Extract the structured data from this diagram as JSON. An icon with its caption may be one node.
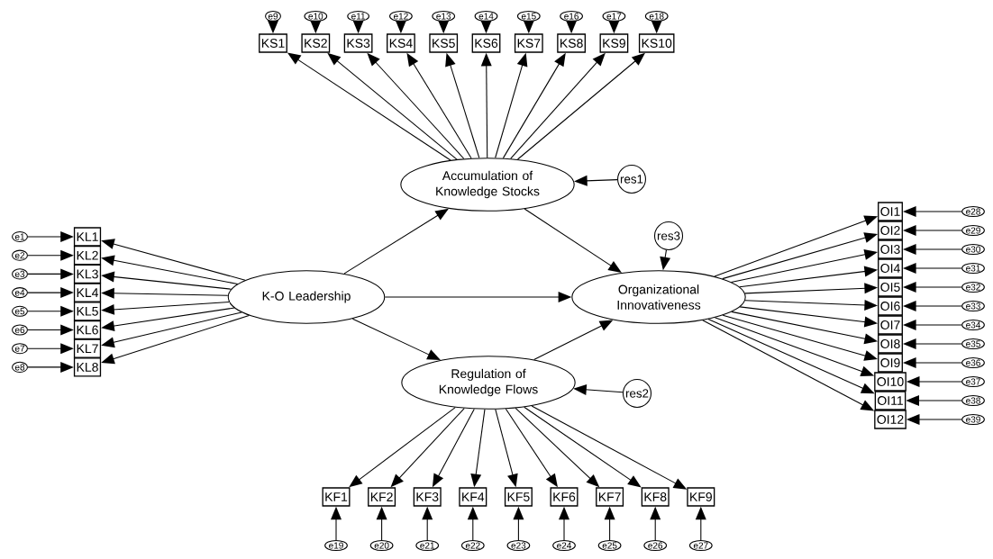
{
  "diagram": {
    "nodes": [
      {
        "text": [
          "e9"
        ]
      },
      {
        "text": [
          "e10"
        ]
      },
      {
        "text": [
          "e11"
        ]
      },
      {
        "text": [
          "e12"
        ]
      },
      {
        "text": [
          "e13"
        ]
      },
      {
        "text": [
          "e14"
        ]
      },
      {
        "text": [
          "e15"
        ]
      },
      {
        "text": [
          "e16"
        ]
      },
      {
        "text": [
          "e17"
        ]
      },
      {
        "text": [
          "e18"
        ]
      },
      {
        "text": [
          "KS1"
        ]
      },
      {
        "text": [
          "KS2"
        ]
      },
      {
        "text": [
          "KS3"
        ]
      },
      {
        "text": [
          "KS4"
        ]
      },
      {
        "text": [
          "KS5"
        ]
      },
      {
        "text": [
          "KS6"
        ]
      },
      {
        "text": [
          "KS7"
        ]
      },
      {
        "text": [
          "KS8"
        ]
      },
      {
        "text": [
          "KS9"
        ]
      },
      {
        "text": [
          "KS10"
        ]
      },
      {
        "text": [
          "Accumulation of Knowledge Stocks"
        ]
      },
      {
        "text": [
          "res1"
        ]
      },
      {
        "text": [
          "res3"
        ]
      },
      {
        "text": [
          "e1"
        ]
      },
      {
        "text": [
          "e2"
        ]
      },
      {
        "text": [
          "e3"
        ]
      },
      {
        "text": [
          "e4"
        ]
      },
      {
        "text": [
          "e5"
        ]
      },
      {
        "text": [
          "e6"
        ]
      },
      {
        "text": [
          "e7"
        ]
      },
      {
        "text": [
          "e8"
        ]
      },
      {
        "text": [
          "KL1"
        ]
      },
      {
        "text": [
          "KL2"
        ]
      },
      {
        "text": [
          "KL3"
        ]
      },
      {
        "text": [
          "KL4"
        ]
      },
      {
        "text": [
          "KL5"
        ]
      },
      {
        "text": [
          "KL6"
        ]
      },
      {
        "text": [
          "KL7"
        ]
      },
      {
        "text": [
          "KL8"
        ]
      },
      {
        "text": [
          "K-O Leadership"
        ]
      },
      {
        "text": [
          "Organizational Innovativeness"
        ]
      },
      {
        "text": [
          "OI1"
        ]
      },
      {
        "text": [
          "OI2"
        ]
      },
      {
        "text": [
          "OI3"
        ]
      },
      {
        "text": [
          "OI4"
        ]
      },
      {
        "text": [
          "OI5"
        ]
      },
      {
        "text": [
          "OI6"
        ]
      },
      {
        "text": [
          "OI7"
        ]
      },
      {
        "text": [
          "OI8"
        ]
      },
      {
        "text": [
          "OI9"
        ]
      },
      {
        "text": [
          "OI10"
        ]
      },
      {
        "text": [
          "OI11"
        ]
      },
      {
        "text": [
          "OI12"
        ]
      },
      {
        "text": [
          "e28"
        ]
      },
      {
        "text": [
          "e29"
        ]
      },
      {
        "text": [
          "e30"
        ]
      },
      {
        "text": [
          "e31"
        ]
      },
      {
        "text": [
          "e32"
        ]
      },
      {
        "text": [
          "e33"
        ]
      },
      {
        "text": [
          "e34"
        ]
      },
      {
        "text": [
          "e35"
        ]
      },
      {
        "text": [
          "e36"
        ]
      },
      {
        "text": [
          "e37"
        ]
      },
      {
        "text": [
          "e38"
        ]
      },
      {
        "text": [
          "e39"
        ]
      },
      {
        "text": [
          "Regulation of Knowledge Flows"
        ]
      },
      {
        "text": [
          "res2"
        ]
      },
      {
        "text": [
          "KF1"
        ]
      },
      {
        "text": [
          "KF2"
        ]
      },
      {
        "text": [
          "KF3"
        ]
      },
      {
        "text": [
          "KF4"
        ]
      },
      {
        "text": [
          "KF5"
        ]
      },
      {
        "text": [
          "KF6"
        ]
      },
      {
        "text": [
          "KF7"
        ]
      },
      {
        "text": [
          "KF8"
        ]
      },
      {
        "text": [
          "KF9"
        ]
      },
      {
        "text": [
          "e19"
        ]
      },
      {
        "text": [
          "e20"
        ]
      },
      {
        "text": [
          "e21"
        ]
      },
      {
        "text": [
          "e22"
        ]
      },
      {
        "text": [
          "e23"
        ]
      },
      {
        "text": [
          "e24"
        ]
      },
      {
        "text": [
          "e25"
        ]
      },
      {
        "text": [
          "e26"
        ]
      },
      {
        "text": [
          "e27"
        ]
      }
    ],
    "edges": [
      {
        "from": 20,
        "to": 10,
        "arrow": "to"
      },
      {
        "from": 20,
        "to": 11,
        "arrow": "to"
      },
      {
        "from": 20,
        "to": 12,
        "arrow": "to"
      },
      {
        "from": 20,
        "to": 13,
        "arrow": "to"
      },
      {
        "from": 20,
        "to": 14,
        "arrow": "to"
      },
      {
        "from": 20,
        "to": 15,
        "arrow": "to"
      },
      {
        "from": 20,
        "to": 16,
        "arrow": "to"
      },
      {
        "from": 20,
        "to": 17,
        "arrow": "to"
      },
      {
        "from": 20,
        "to": 18,
        "arrow": "to"
      },
      {
        "from": 20,
        "to": 19,
        "arrow": "to"
      },
      {
        "from": 0,
        "to": 10,
        "arrow": "to"
      },
      {
        "from": 1,
        "to": 11,
        "arrow": "to"
      },
      {
        "from": 2,
        "to": 12,
        "arrow": "to"
      },
      {
        "from": 3,
        "to": 13,
        "arrow": "to"
      },
      {
        "from": 4,
        "to": 14,
        "arrow": "to"
      },
      {
        "from": 5,
        "to": 15,
        "arrow": "to"
      },
      {
        "from": 6,
        "to": 16,
        "arrow": "to"
      },
      {
        "from": 7,
        "to": 17,
        "arrow": "to"
      },
      {
        "from": 8,
        "to": 18,
        "arrow": "to"
      },
      {
        "from": 9,
        "to": 19,
        "arrow": "to"
      },
      {
        "from": 21,
        "to": 20,
        "arrow": "to"
      },
      {
        "from": 22,
        "to": 40,
        "arrow": "to"
      },
      {
        "from": 39,
        "to": 31,
        "arrow": "to"
      },
      {
        "from": 39,
        "to": 32,
        "arrow": "to"
      },
      {
        "from": 39,
        "to": 33,
        "arrow": "to"
      },
      {
        "from": 39,
        "to": 34,
        "arrow": "to"
      },
      {
        "from": 39,
        "to": 35,
        "arrow": "to"
      },
      {
        "from": 39,
        "to": 36,
        "arrow": "to"
      },
      {
        "from": 39,
        "to": 37,
        "arrow": "to"
      },
      {
        "from": 39,
        "to": 38,
        "arrow": "to"
      },
      {
        "from": 23,
        "to": 31,
        "arrow": "to"
      },
      {
        "from": 24,
        "to": 32,
        "arrow": "to"
      },
      {
        "from": 25,
        "to": 33,
        "arrow": "to"
      },
      {
        "from": 26,
        "to": 34,
        "arrow": "to"
      },
      {
        "from": 27,
        "to": 35,
        "arrow": "to"
      },
      {
        "from": 28,
        "to": 36,
        "arrow": "to"
      },
      {
        "from": 29,
        "to": 37,
        "arrow": "to"
      },
      {
        "from": 30,
        "to": 38,
        "arrow": "to"
      },
      {
        "from": 39,
        "to": 20,
        "arrow": "to"
      },
      {
        "from": 39,
        "to": 40,
        "arrow": "to"
      },
      {
        "from": 39,
        "to": 65,
        "arrow": "to"
      },
      {
        "from": 20,
        "to": 40,
        "arrow": "to"
      },
      {
        "from": 65,
        "to": 40,
        "arrow": "to"
      },
      {
        "from": 40,
        "to": 41,
        "arrow": "to"
      },
      {
        "from": 40,
        "to": 42,
        "arrow": "to"
      },
      {
        "from": 40,
        "to": 43,
        "arrow": "to"
      },
      {
        "from": 40,
        "to": 44,
        "arrow": "to"
      },
      {
        "from": 40,
        "to": 45,
        "arrow": "to"
      },
      {
        "from": 40,
        "to": 46,
        "arrow": "to"
      },
      {
        "from": 40,
        "to": 47,
        "arrow": "to"
      },
      {
        "from": 40,
        "to": 48,
        "arrow": "to"
      },
      {
        "from": 40,
        "to": 49,
        "arrow": "to"
      },
      {
        "from": 40,
        "to": 50,
        "arrow": "to"
      },
      {
        "from": 40,
        "to": 51,
        "arrow": "to"
      },
      {
        "from": 40,
        "to": 52,
        "arrow": "to"
      },
      {
        "from": 53,
        "to": 41,
        "arrow": "to"
      },
      {
        "from": 54,
        "to": 42,
        "arrow": "to"
      },
      {
        "from": 55,
        "to": 43,
        "arrow": "to"
      },
      {
        "from": 56,
        "to": 44,
        "arrow": "to"
      },
      {
        "from": 57,
        "to": 45,
        "arrow": "to"
      },
      {
        "from": 58,
        "to": 46,
        "arrow": "to"
      },
      {
        "from": 59,
        "to": 47,
        "arrow": "to"
      },
      {
        "from": 60,
        "to": 48,
        "arrow": "to"
      },
      {
        "from": 61,
        "to": 49,
        "arrow": "to"
      },
      {
        "from": 62,
        "to": 50,
        "arrow": "to"
      },
      {
        "from": 63,
        "to": 51,
        "arrow": "to"
      },
      {
        "from": 64,
        "to": 52,
        "arrow": "to"
      },
      {
        "from": 66,
        "to": 65,
        "arrow": "to"
      },
      {
        "from": 65,
        "to": 67,
        "arrow": "to"
      },
      {
        "from": 65,
        "to": 68,
        "arrow": "to"
      },
      {
        "from": 65,
        "to": 69,
        "arrow": "to"
      },
      {
        "from": 65,
        "to": 70,
        "arrow": "to"
      },
      {
        "from": 65,
        "to": 71,
        "arrow": "to"
      },
      {
        "from": 65,
        "to": 72,
        "arrow": "to"
      },
      {
        "from": 65,
        "to": 73,
        "arrow": "to"
      },
      {
        "from": 65,
        "to": 74,
        "arrow": "to"
      },
      {
        "from": 65,
        "to": 75,
        "arrow": "to"
      },
      {
        "from": 76,
        "to": 67,
        "arrow": "to"
      },
      {
        "from": 77,
        "to": 68,
        "arrow": "to"
      },
      {
        "from": 78,
        "to": 69,
        "arrow": "to"
      },
      {
        "from": 79,
        "to": 70,
        "arrow": "to"
      },
      {
        "from": 80,
        "to": 71,
        "arrow": "to"
      },
      {
        "from": 81,
        "to": 72,
        "arrow": "to"
      },
      {
        "from": 82,
        "to": 73,
        "arrow": "to"
      },
      {
        "from": 83,
        "to": 74,
        "arrow": "to"
      },
      {
        "from": 84,
        "to": 75,
        "arrow": "to"
      }
    ]
  }
}
